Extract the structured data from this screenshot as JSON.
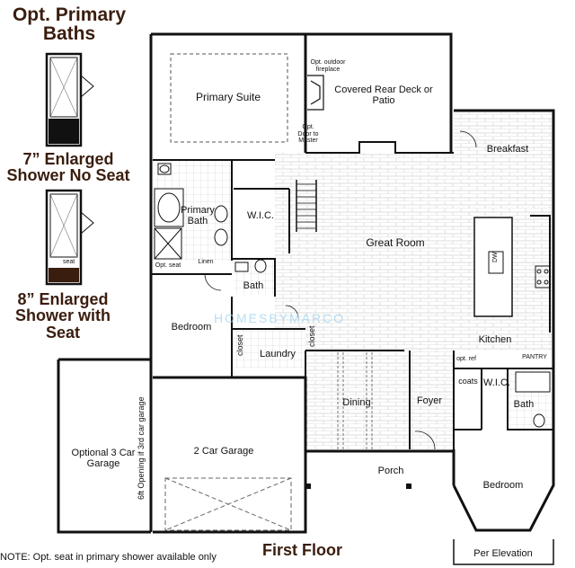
{
  "colors": {
    "heading": "#3a1d0e",
    "wall": "#111111",
    "brick": "#cfcfcf",
    "watermark": "#9fd3ee"
  },
  "side": {
    "title": "Opt. Primary Baths",
    "option1": "7” Enlarged Shower No Seat",
    "option2": "8” Enlarged Shower with Seat",
    "seat_label": "seat"
  },
  "rooms": {
    "primary_suite": "Primary Suite",
    "covered_rear_deck": "Covered Rear Deck or Patio",
    "opt_outdoor_fireplace": "Opt. outdoor fireplace",
    "opt_door_to_master": "Opt. Door to Master",
    "breakfast": "Breakfast",
    "great_room": "Great Room",
    "primary_bath": "Primary Bath",
    "wic_primary": "W.I.C.",
    "linen": "Linen",
    "opt_seat": "Opt. seat",
    "bath_hall": "Bath",
    "bedroom_left": "Bedroom",
    "laundry": "Laundry",
    "closet_left": "closet",
    "closet_right": "closet",
    "kitchen": "Kitchen",
    "pantry": "PANTRY",
    "opt_ref": "opt. ref",
    "coats": "coats",
    "wic_front": "W.I.C.",
    "bath_front": "Bath",
    "dining": "Dining",
    "foyer": "Foyer",
    "optional_garage": "Optional 3 Car Garage",
    "garage_opening": "6ft Opening if 3rd car garage",
    "two_car_garage": "2 Car Garage",
    "porch": "Porch",
    "bedroom_front": "Bedroom",
    "per_elevation": "Per Elevation",
    "dw": "DW"
  },
  "watermark": "HOMESBYMARCO",
  "footer": {
    "note": "NOTE: Opt. seat in primary shower available only",
    "title": "First Floor"
  }
}
